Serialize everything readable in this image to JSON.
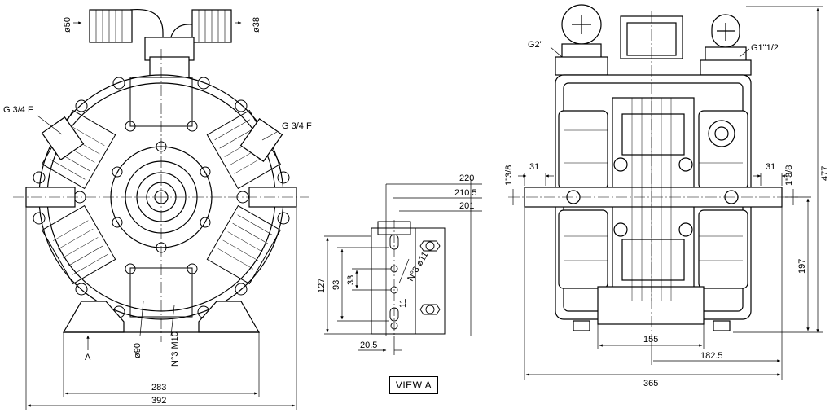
{
  "front_view": {
    "labels": {
      "inlet_dia": "ø50",
      "outlet_dia": "ø38",
      "left_port": "G 3/4 F",
      "right_port": "G 3/4 F",
      "view_marker": "A",
      "hub_dia": "ø90",
      "bolt_spec": "N°3 M10"
    },
    "dims": {
      "base_width": "283",
      "overall_width": "392"
    }
  },
  "view_a": {
    "title": "VIEW A",
    "dims": {
      "d220": "220",
      "d210_5": "210.5",
      "d201": "201",
      "d127": "127",
      "d93": "93",
      "d33": "33",
      "d20_5": "20.5",
      "holes": "N°8 ø11",
      "slot": "11"
    }
  },
  "side_view": {
    "labels": {
      "left_port": "G2\"",
      "right_port": "G1\"1/2",
      "left_thread": "1\"3/8",
      "right_thread": "1\"3/8",
      "left_shaft": "31",
      "right_shaft": "31"
    },
    "dims": {
      "height": "477",
      "axis_height": "197",
      "d155": "155",
      "d182_5": "182.5",
      "d365": "365"
    }
  }
}
